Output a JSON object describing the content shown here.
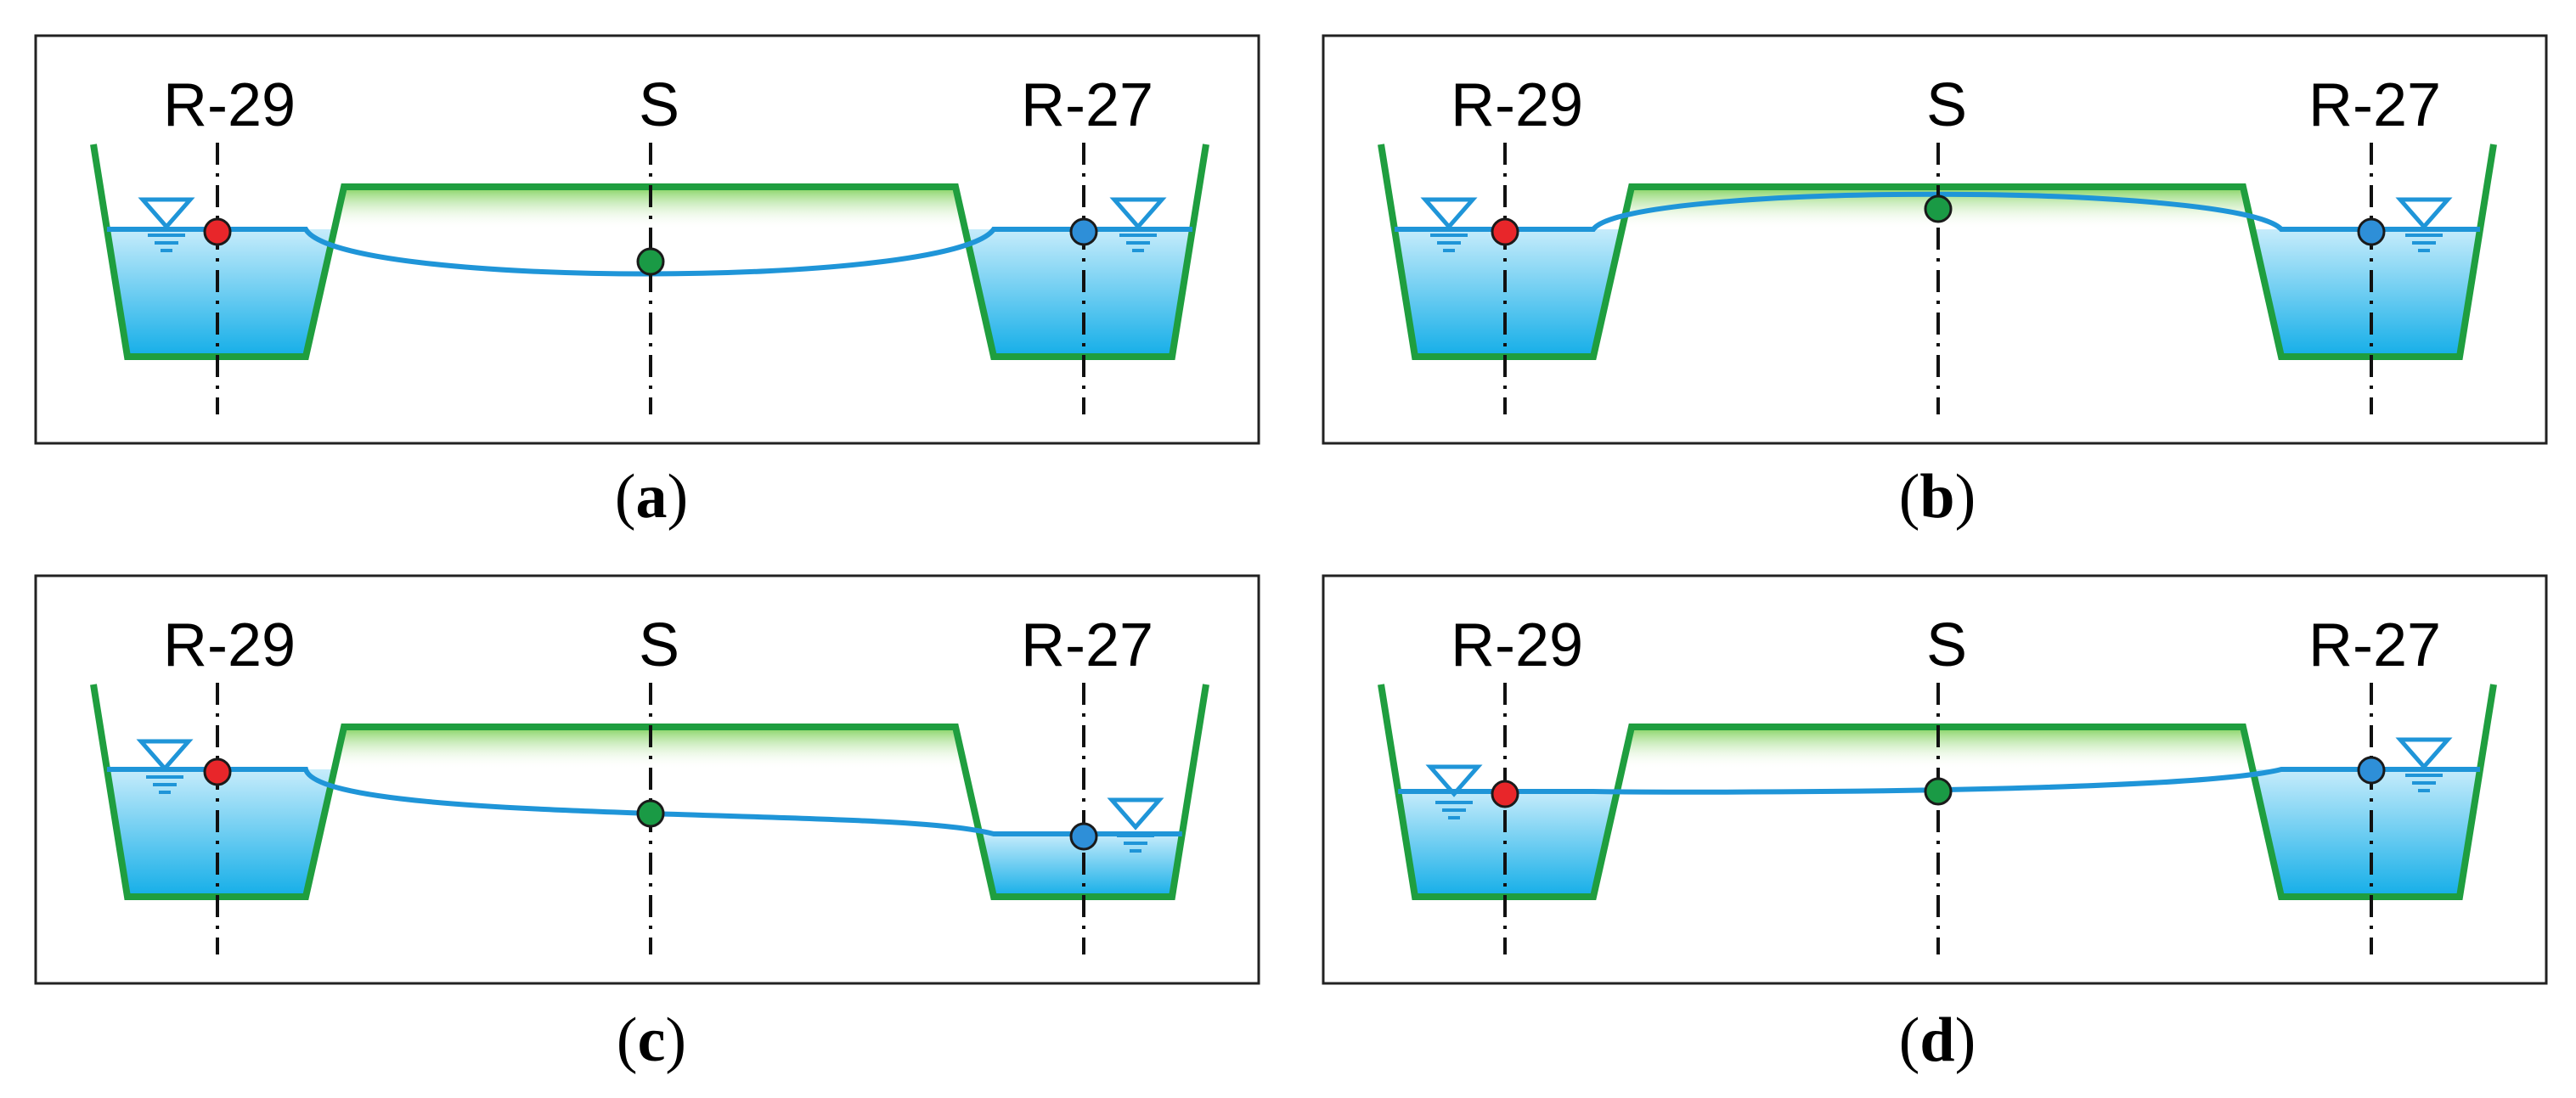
{
  "colors": {
    "frame": "#222222",
    "ground": "#1f9e3f",
    "water_top": "#c6ecfb",
    "water_bottom": "#14aee8",
    "water_line": "#1f95d8",
    "embankment_fill": "#7fd15a",
    "point_r29": "#e8262a",
    "point_s": "#1a9a45",
    "point_r27": "#2e8fd8",
    "centerline": "#111111"
  },
  "icons": {
    "water_level": "water-level-triangle-icon"
  },
  "stations": {
    "left": "R-29",
    "middle": "S",
    "right": "R-27"
  },
  "panels": [
    {
      "id": "a",
      "paren_open": "(",
      "letter": "a",
      "paren_close": ")"
    },
    {
      "id": "b",
      "paren_open": "(",
      "letter": "b",
      "paren_close": ")"
    },
    {
      "id": "c",
      "paren_open": "(",
      "letter": "c",
      "paren_close": ")"
    },
    {
      "id": "d",
      "paren_open": "(",
      "letter": "d",
      "paren_close": ")"
    }
  ]
}
